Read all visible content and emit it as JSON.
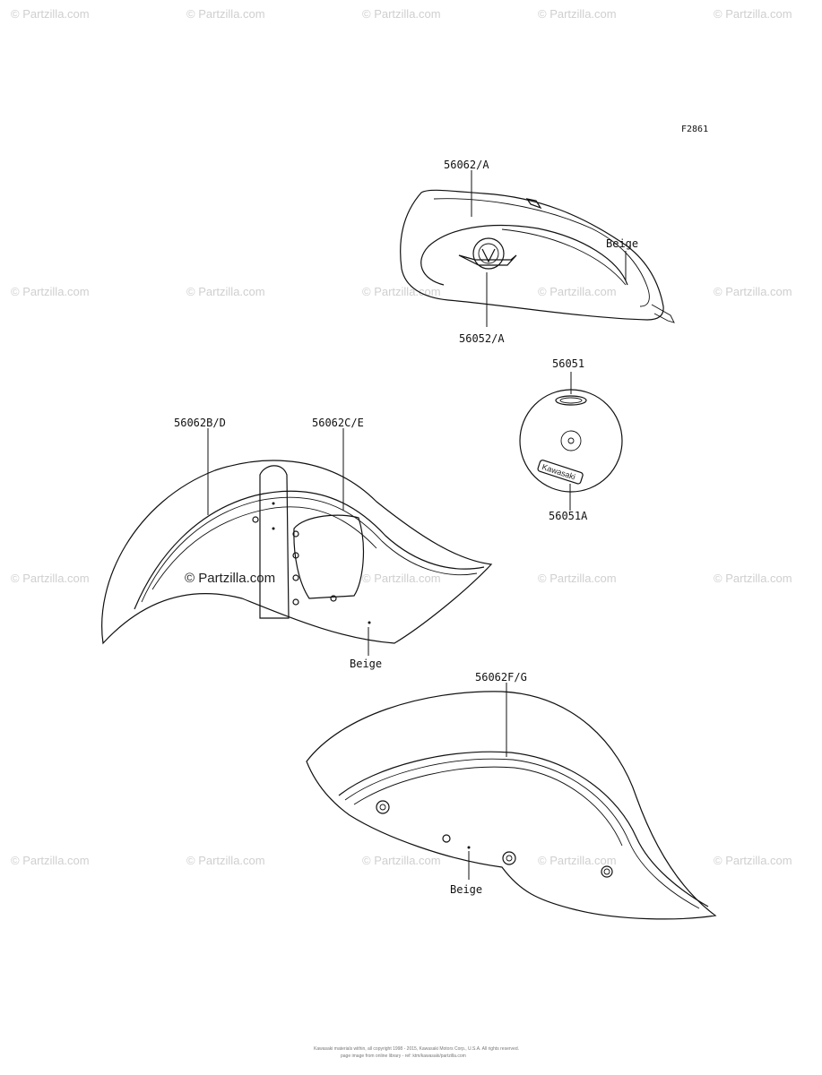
{
  "figure_code": "F2861",
  "watermark": "© Partzilla.com",
  "parts": {
    "tank_stripe": "56062/A",
    "tank_emblem": "56052/A",
    "side_cover_emblem": "56051",
    "side_cover_badge": "56051A",
    "front_fender_stripe_outer": "56062B/D",
    "front_fender_stripe_inner": "56062C/E",
    "rear_fender_stripe": "56062F/G"
  },
  "colors": {
    "tank": "Beige",
    "front_fender": "Beige",
    "rear_fender": "Beige"
  },
  "side_cover_badge_text": "Kawasaki",
  "footer": {
    "line1": "Kawasaki materials within, all copyright 1998 - 2015, Kawasaki Motors Corp., U.S.A. All rights reserved.",
    "line2": "page image from online library - ref: ktm/kawasaki/partzilla.com"
  }
}
